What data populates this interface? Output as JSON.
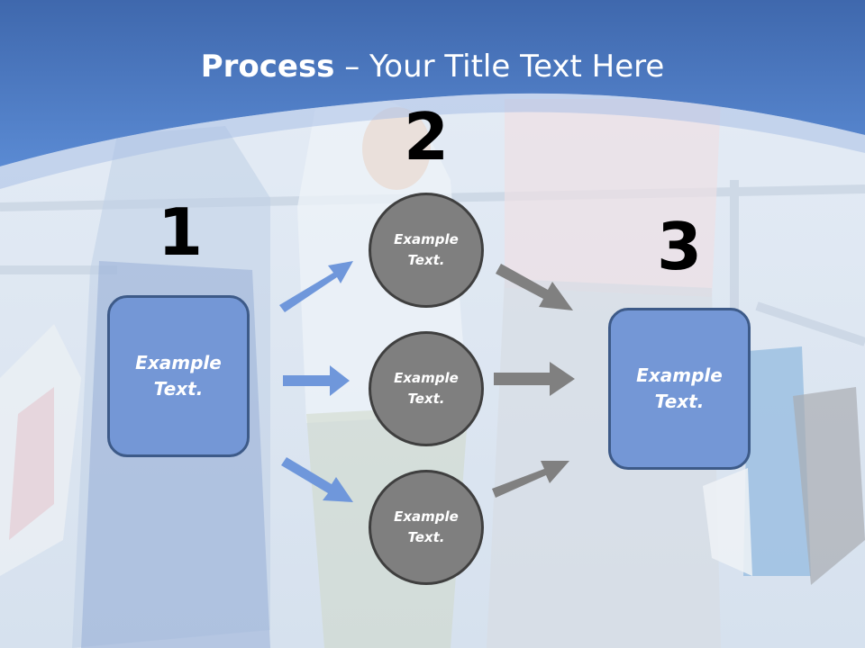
{
  "slide": {
    "title_bold": "Process",
    "title_rest": " – Your Title Text Here"
  },
  "steps": {
    "step1": "1",
    "step2": "2",
    "step3": "3"
  },
  "boxes": {
    "left": [
      "Example",
      "Text."
    ],
    "right": [
      "Example",
      "Text."
    ]
  },
  "circles": [
    [
      "Example",
      "Text."
    ],
    [
      "Example",
      "Text."
    ],
    [
      "Example",
      "Text."
    ]
  ],
  "colors": {
    "header_blue": "#4a7bc4",
    "box_blue": "#7497d6",
    "circle_gray": "#7f7f7f",
    "arrow_blue": "#6f97db",
    "arrow_gray": "#808080"
  }
}
